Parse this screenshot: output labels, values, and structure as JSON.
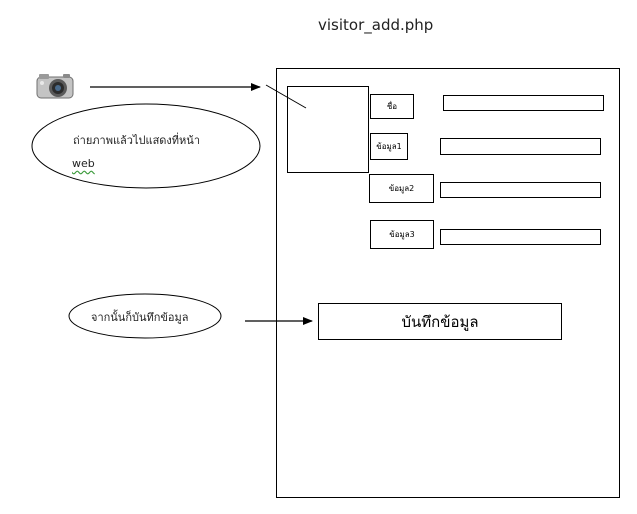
{
  "title": "visitor_add.php",
  "camera_icon": "camera-icon",
  "note_photo": {
    "line1": "ถ่ายภาพแล้วไปแสดงที่หน้า",
    "line2": "web"
  },
  "note_save": "จากนั้นก็บันทึกข้อมูล",
  "form": {
    "fields": [
      {
        "label": "ชื่อ",
        "value": ""
      },
      {
        "label": "ข้อมูล1",
        "value": ""
      },
      {
        "label": "ข้อมูล2",
        "value": ""
      },
      {
        "label": "ข้อมูล3",
        "value": ""
      }
    ],
    "save_label": "บันทึกข้อมูล"
  }
}
